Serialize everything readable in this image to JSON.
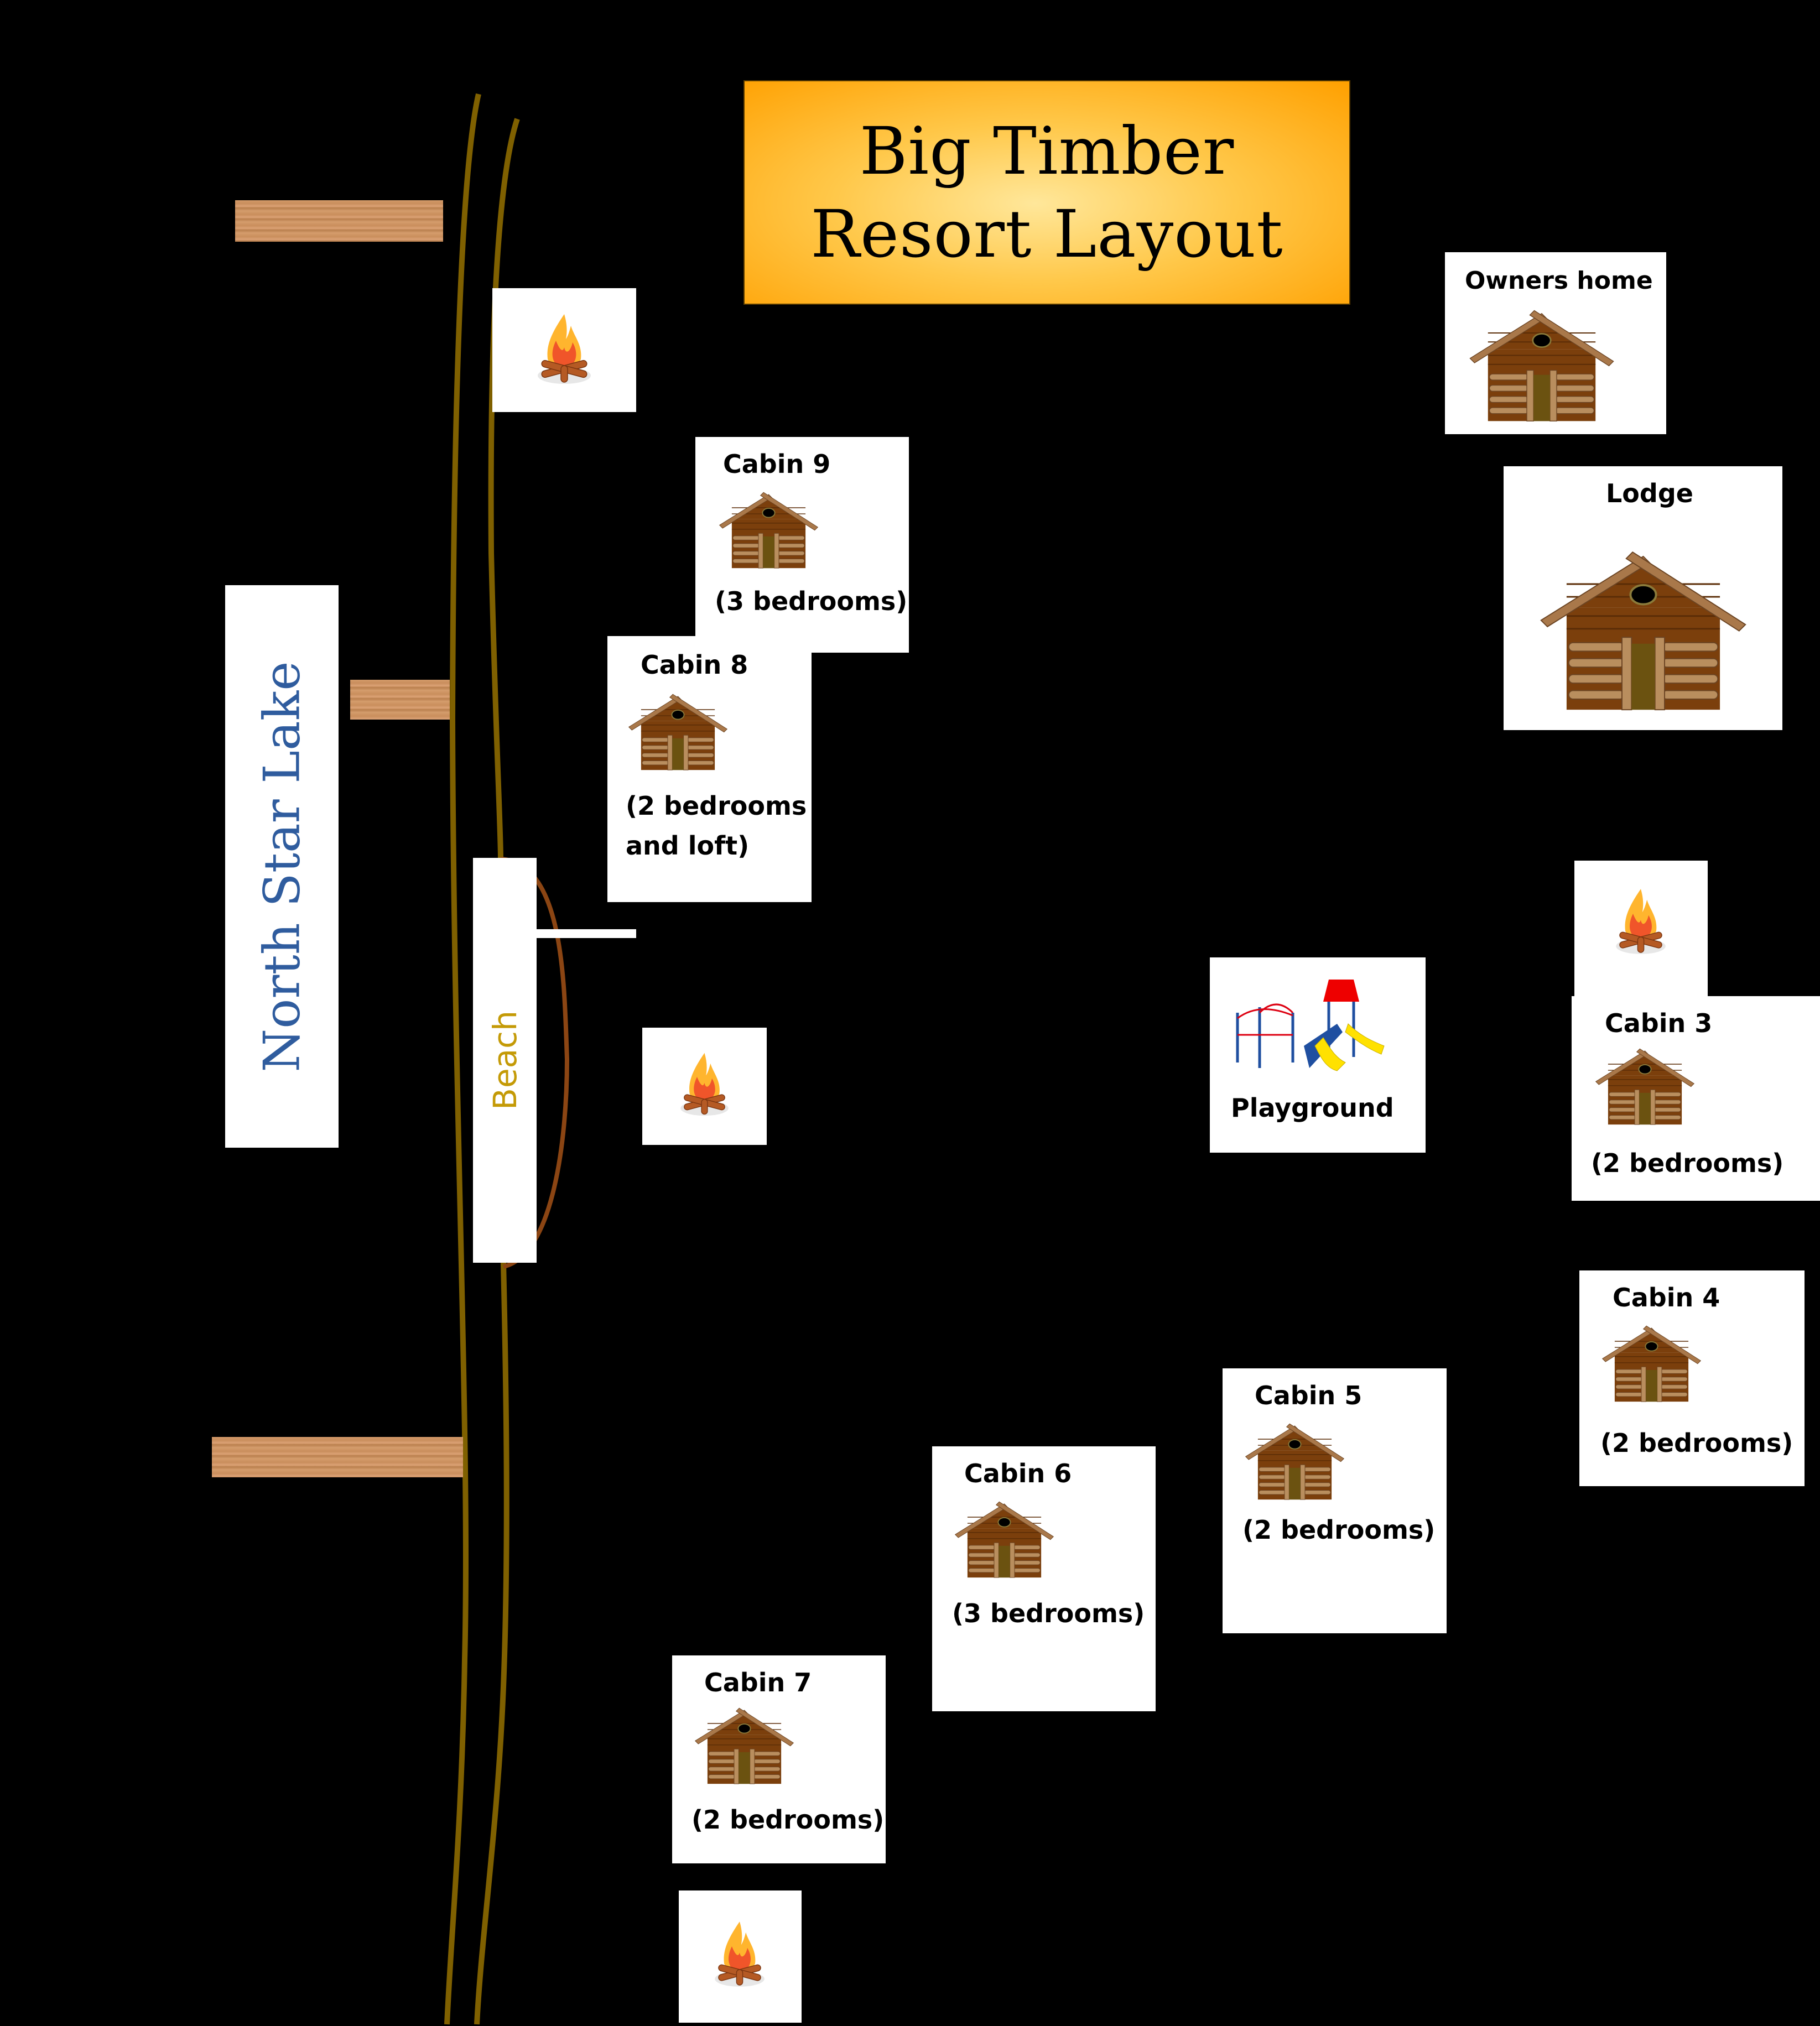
{
  "title": {
    "line1": "Big Timber",
    "line2": "Resort Layout"
  },
  "lake": {
    "label": "North Star Lake",
    "label_color": "#2f5c9e"
  },
  "beach": {
    "label": "Beach",
    "label_color": "#c49a06",
    "outline_color": "#8b4513"
  },
  "buildings": {
    "owners_home": {
      "name": "Owners home"
    },
    "lodge": {
      "name": "Lodge"
    },
    "cabin9": {
      "name": "Cabin 9",
      "detail": "(3 bedrooms)"
    },
    "cabin8": {
      "name": "Cabin 8",
      "detail_line1": "(2 bedrooms",
      "detail_line2": "and loft)"
    },
    "cabin3": {
      "name": "Cabin 3",
      "detail": "(2 bedrooms)"
    },
    "cabin4": {
      "name": "Cabin 4",
      "detail": "(2 bedrooms)"
    },
    "cabin5": {
      "name": "Cabin 5",
      "detail": "(2 bedrooms)"
    },
    "cabin6": {
      "name": "Cabin 6",
      "detail": "(3 bedrooms)"
    },
    "cabin7": {
      "name": "Cabin 7",
      "detail": "(2 bedrooms)"
    }
  },
  "amenities": {
    "playground": {
      "name": "Playground"
    },
    "campfires": [
      "campfire-icon",
      "campfire-icon",
      "campfire-icon",
      "campfire-icon"
    ]
  },
  "docks": [
    "dock",
    "dock",
    "dock"
  ],
  "colors": {
    "background": "#000000",
    "shoreline": "#7f6000",
    "title_gradient_center": "#ffe79a",
    "title_gradient_edge": "#ffa000",
    "cabin_wall": "#7b3f0c",
    "dock_wood": "#d39a69"
  }
}
